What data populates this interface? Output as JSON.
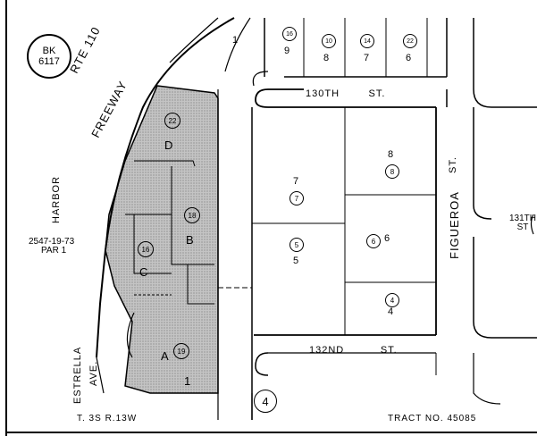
{
  "book_badge": {
    "line1": "BK",
    "line2": "6117"
  },
  "roads": {
    "rte": "RTE 110",
    "freeway": "FREEWAY",
    "harbor": "HARBOR",
    "st_130th": "130TH",
    "st_130th_suffix": "ST.",
    "st_132nd": "132ND",
    "st_132nd_suffix": "ST.",
    "figueroa": "FIGUEROA",
    "figueroa_st": "ST.",
    "st_131st": "131TH",
    "st_131st_suffix": "ST",
    "estrella": "ESTRELLA",
    "estrella_ave": "AVE."
  },
  "parcel_ref": {
    "line1": "2547-19-73",
    "line2": "PAR 1"
  },
  "page_circle": "4",
  "letter_lots": [
    "D",
    "B",
    "C",
    "A",
    "1"
  ],
  "parcel_numbers": [
    "22",
    "18",
    "16",
    "19",
    "8",
    "7",
    "5",
    "6",
    "4",
    "8",
    "7",
    "5",
    "4"
  ],
  "top_lots": [
    "1",
    "9",
    "8",
    "7",
    "6"
  ],
  "top_parcels": [
    "16",
    "10",
    "14",
    "22"
  ],
  "lot_numbers": {
    "lot7": "7",
    "lot8": "8",
    "lot5": "5",
    "lot6": "6",
    "lot4": "4"
  },
  "footer": {
    "left": "T. 3S  R.13W",
    "right": "TRACT NO. 45085"
  },
  "colors": {
    "ink": "#000000",
    "shade": "#b5b5b5",
    "paper": "#ffffff"
  }
}
